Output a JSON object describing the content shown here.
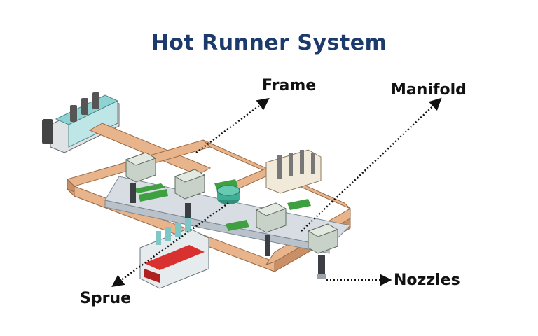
{
  "title": "Hot Runner System",
  "labels": {
    "frame": "Frame",
    "manifold": "Manifold",
    "sprue": "Sprue",
    "nozzles": "Nozzles"
  },
  "colors": {
    "title": "#1c3a6b",
    "frame": "#e8b48c",
    "frame_edge": "#9a6a46",
    "manifold": "#d7dde3",
    "heater_box": "#c9d2c8",
    "clamp": "#3ea040",
    "sprue_red": "#d93030",
    "leader": "#111111",
    "inlet": "#8fd2d2"
  }
}
